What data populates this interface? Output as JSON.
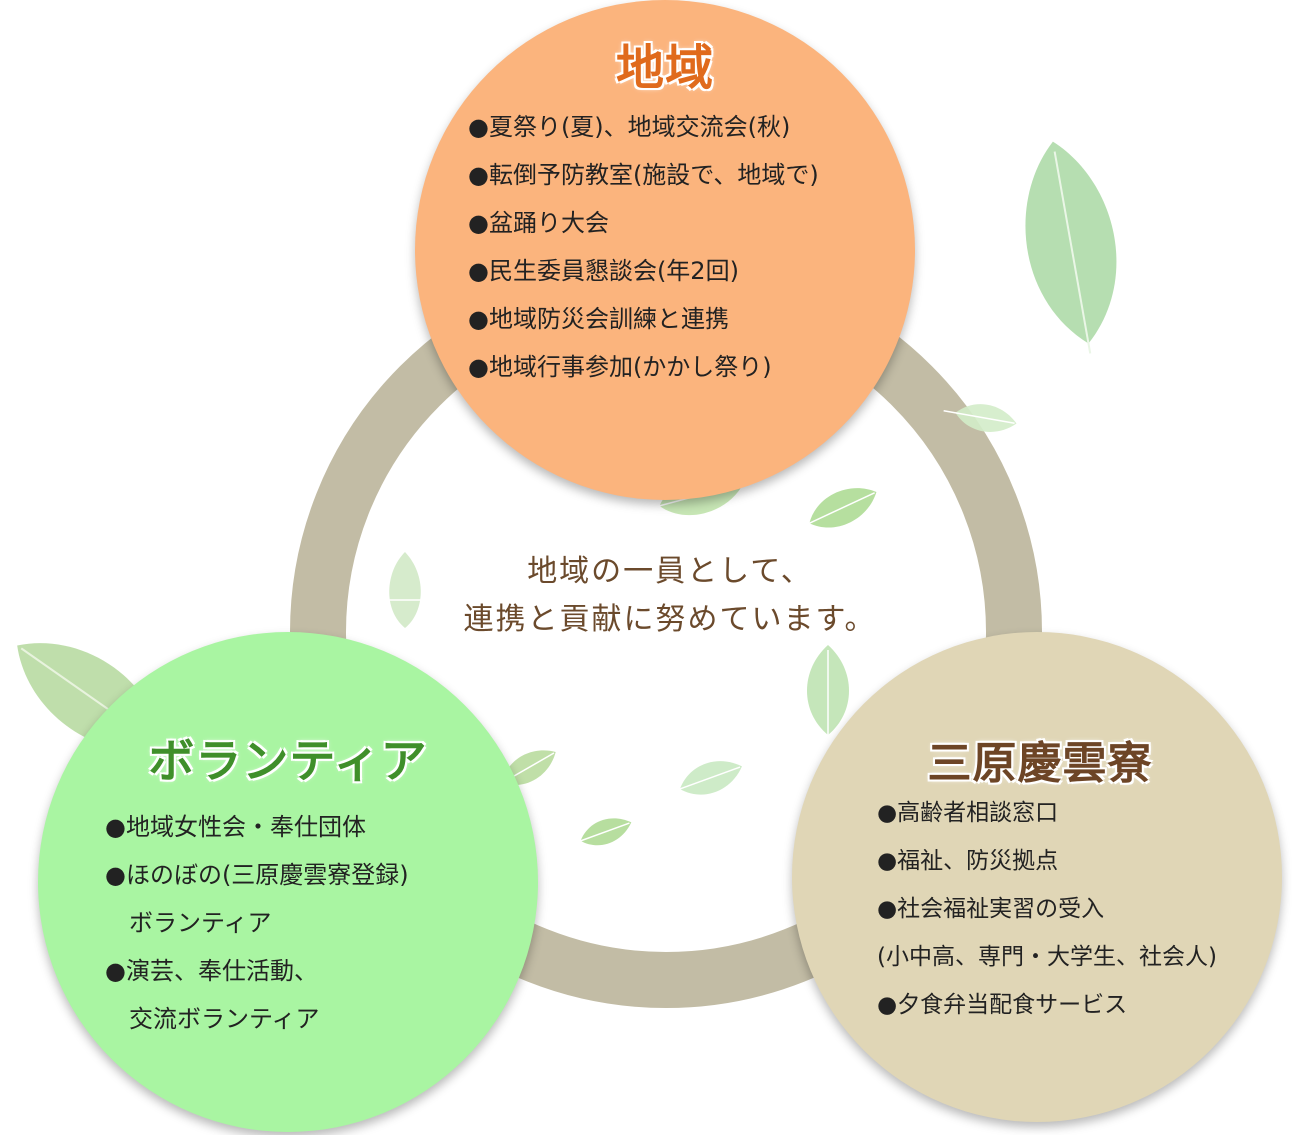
{
  "center": {
    "line1": "地域の一員として、",
    "line2": "連携と貢献に努めています。"
  },
  "nodes": {
    "chiiki": {
      "title": "地域",
      "color": "#fbb47d",
      "title_color": "#e06a1c",
      "items": [
        "●夏祭り(夏)、地域交流会(秋)",
        "●転倒予防教室(施設で、地域で)",
        "●盆踊り大会",
        "●民生委員懇談会(年2回)",
        "●地域防災会訓練と連携",
        "●地域行事参加(かかし祭り)"
      ]
    },
    "volunteer": {
      "title": "ボランティア",
      "color": "#a9f5a2",
      "title_color": "#3f8f2a",
      "items": [
        "●地域女性会・奉仕団体",
        "●ほのぼの(三原慶雲寮登録)",
        "　ボランティア",
        "●演芸、奉仕活動、",
        "　交流ボランティア"
      ]
    },
    "ryo": {
      "title": "三原慶雲寮",
      "color": "#e0d6b6",
      "title_color": "#6d4526",
      "items": [
        "●高齢者相談窓口",
        "●福祉、防災拠点",
        "●社会福祉実習の受入",
        "(小中高、専門・大学生、社会人)",
        "●夕食弁当配食サービス"
      ]
    }
  },
  "colors": {
    "ring": "#c2bca5",
    "leaf": "#a9d79a",
    "leaf_vein": "#ffffff"
  }
}
